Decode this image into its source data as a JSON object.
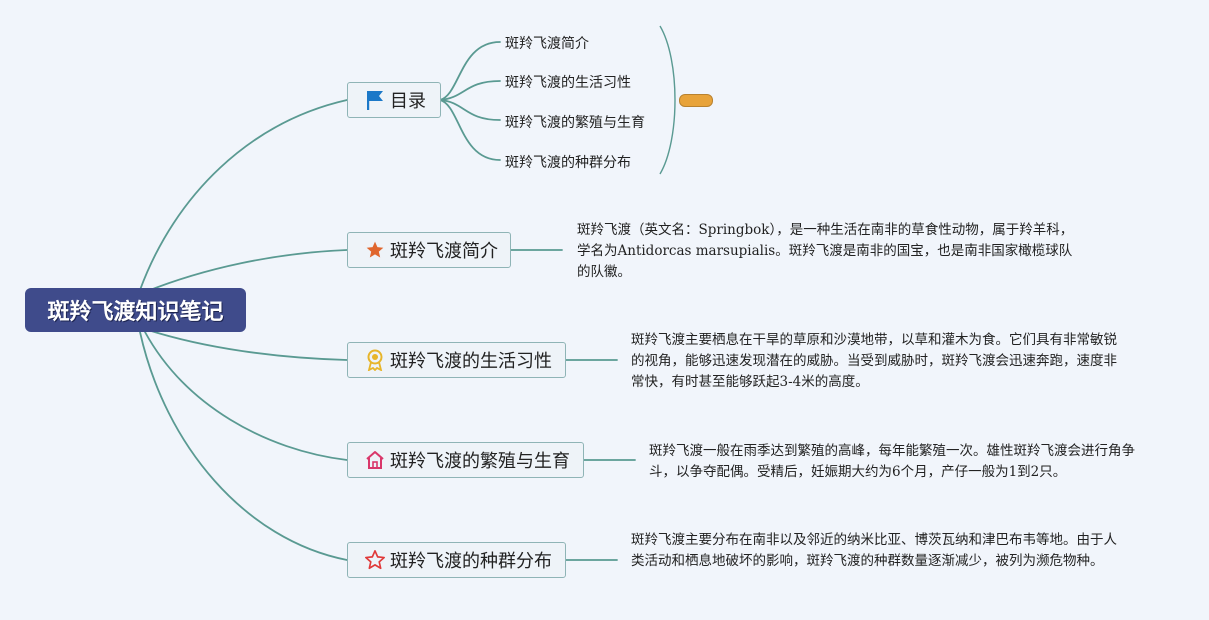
{
  "root": {
    "label": "斑羚飞渡知识笔记"
  },
  "toc": {
    "label": "目录",
    "icon": "flag-icon",
    "items": [
      "斑羚飞渡简介",
      "斑羚飞渡的生活习性",
      "斑羚飞渡的繁殖与生育",
      "斑羚飞渡的种群分布"
    ]
  },
  "topics": [
    {
      "label": "斑羚飞渡简介",
      "icon": "star-filled-icon",
      "desc": "斑羚飞渡（英文名：Springbok），是一种生活在南非的草食性动物，属于羚羊科，学名为Antidorcas marsupialis。斑羚飞渡是南非的国宝，也是南非国家橄榄球队的队徽。"
    },
    {
      "label": "斑羚飞渡的生活习性",
      "icon": "award-ribbon-icon",
      "desc": "斑羚飞渡主要栖息在干旱的草原和沙漠地带，以草和灌木为食。它们具有非常敏锐的视角，能够迅速发现潜在的威胁。当受到威胁时，斑羚飞渡会迅速奔跑，速度非常快，有时甚至能够跃起3-4米的高度。"
    },
    {
      "label": "斑羚飞渡的繁殖与生育",
      "icon": "home-icon",
      "desc": "斑羚飞渡一般在雨季达到繁殖的高峰，每年能繁殖一次。雄性斑羚飞渡会进行角争斗，以争夺配偶。受精后，妊娠期大约为6个月，产仔一般为1到2只。"
    },
    {
      "label": "斑羚飞渡的种群分布",
      "icon": "star-outline-icon",
      "desc": "斑羚飞渡主要分布在南非以及邻近的纳米比亚、博茨瓦纳和津巴布韦等地。由于人类活动和栖息地破坏的影响，斑羚飞渡的种群数量逐渐减少，被列为濒危物种。"
    }
  ],
  "colors": {
    "root_bg": "#3f4b8b",
    "branch_line": "#5a9a92",
    "topic_border": "#8fb4b6",
    "topic_bg": "#eef3f8",
    "summary": "#e8a33a",
    "background": "#f1f5fb"
  }
}
